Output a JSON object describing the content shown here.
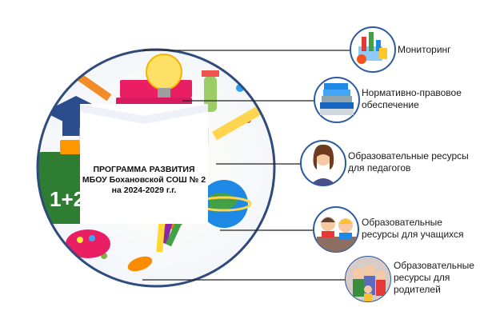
{
  "center": {
    "line1": "ПРОГРАММА РАЗВИТИЯ",
    "line2": "МБОУ Бохановской СОШ № 2",
    "line3": "на 2024-2029 г.г."
  },
  "branches": [
    {
      "lines": [
        "Мониторинг"
      ],
      "icon": "monitoring-icon"
    },
    {
      "lines": [
        "Нормативно-правовое",
        "обеспечение"
      ],
      "icon": "books-icon"
    },
    {
      "lines": [
        "Образовательные ресурсы",
        "для педагогов"
      ],
      "icon": "teacher-icon"
    },
    {
      "lines": [
        "Образовательные",
        "ресурсы для  учащихся"
      ],
      "icon": "students-icon"
    },
    {
      "lines": [
        "Образовательные",
        "ресурсы для",
        "родителей"
      ],
      "icon": "parents-icon"
    }
  ],
  "colors": {
    "ring": "#2f4b7c",
    "connector": "#222222",
    "icon_border": "#2c5aa0"
  }
}
